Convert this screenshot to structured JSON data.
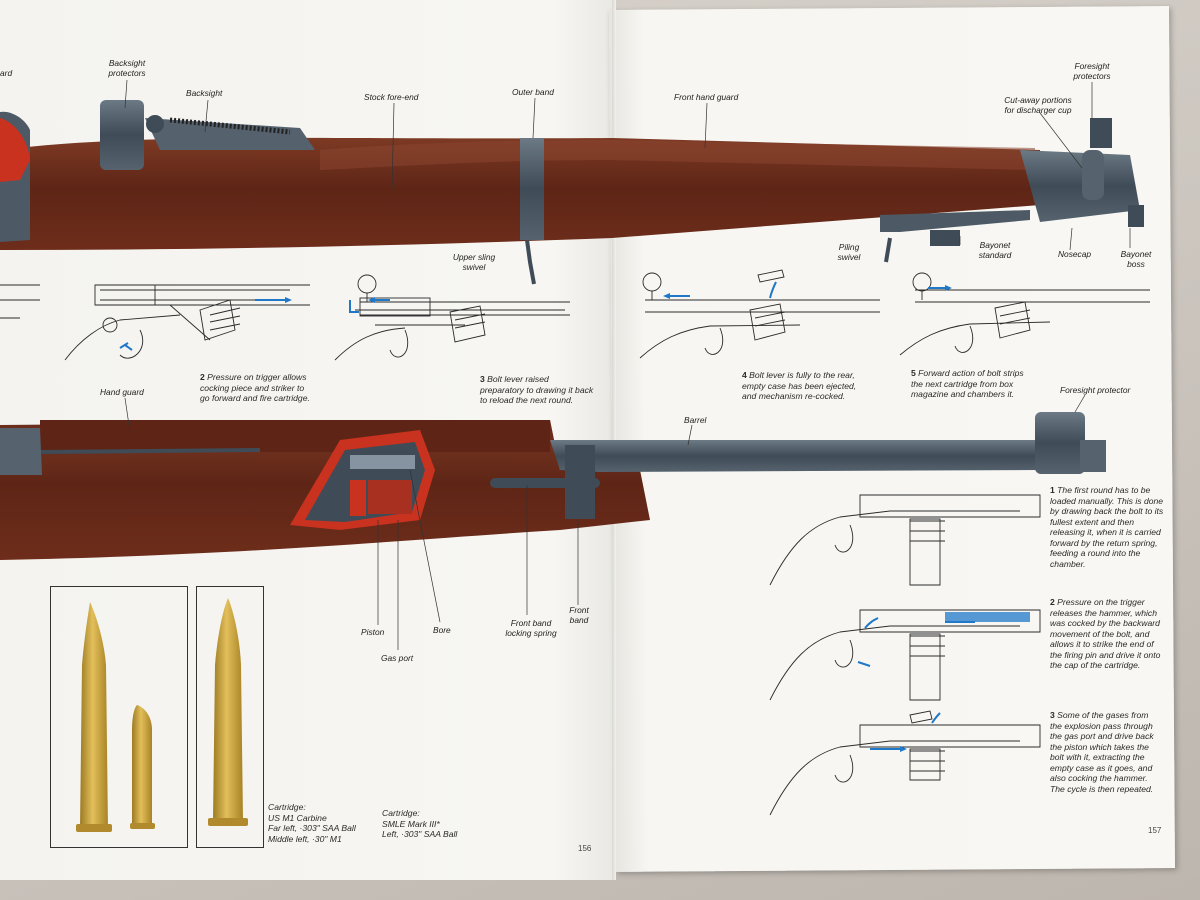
{
  "pages": {
    "left_number": "156",
    "right_number": "157"
  },
  "top_rifle": {
    "label_fragment": "ard",
    "labels": {
      "backsight_protectors": "Backsight\nprotectors",
      "backsight": "Backsight",
      "stock_fore_end": "Stock fore-end",
      "outer_band": "Outer band",
      "front_hand_guard": "Front hand guard",
      "foresight_protectors": "Foresight\nprotectors",
      "cut_away": "Cut-away portions\nfor discharger cup",
      "upper_sling_swivel": "Upper sling\nswivel",
      "piling_swivel": "Piling\nswivel",
      "bayonet_standard": "Bayonet\nstandard",
      "nosecap": "Nosecap",
      "bayonet_boss": "Bayonet\nboss"
    }
  },
  "bolt_sequence": [
    {
      "num": "2",
      "text": "Pressure on trigger allows\ncocking piece and striker to\ngo forward and fire cartridge."
    },
    {
      "num": "3",
      "text": "Bolt lever raised\npreparatory to drawing it back\nto reload the next round."
    },
    {
      "num": "4",
      "text": "Bolt lever is fully to the rear,\nempty case has been ejected,\nand mechanism re-cocked."
    },
    {
      "num": "5",
      "text": "Forward action of bolt strips\nthe next cartridge from box\nmagazine and chambers it."
    }
  ],
  "carbine": {
    "labels": {
      "hand_guard": "Hand guard",
      "barrel": "Barrel",
      "foresight_protector": "Foresight protector",
      "piston": "Piston",
      "gas_port": "Gas port",
      "bore": "Bore",
      "front_band_locking_spring": "Front band\nlocking spring",
      "front_band": "Front\nband"
    }
  },
  "cartridges": {
    "caption_left": "Cartridge:\nUS M1 Carbine\nFar left, ·303\" SAA Ball\nMiddle left, ·30\" M1",
    "caption_right": "Cartridge:\nSMLE Mark III*\nLeft, ·303\" SAA Ball"
  },
  "gas_sequence": [
    {
      "num": "1",
      "text": "The first round has to be\nloaded manually. This is done\nby drawing back the bolt to its\nfullest extent and then\nreleasing it, when it is carried\nforward by the return spring,\nfeeding a round into the\nchamber."
    },
    {
      "num": "2",
      "text": "Pressure on the trigger\nreleases the hammer, which\nwas cocked by the backward\nmovement of the bolt, and\nallows it to strike the end of\nthe firing pin and drive it onto\nthe cap of the cartridge."
    },
    {
      "num": "3",
      "text": "Some of the gases from\nthe explosion pass through\nthe gas port and drive back\nthe piston which takes the\nbolt with it, extracting the\nempty case as it goes, and\nalso cocking the hammer.\nThe cycle is then repeated."
    }
  ],
  "colors": {
    "wood": "#6b2e1d",
    "wood_light": "#8a4630",
    "metal": "#4d5a66",
    "cutaway_red": "#c8321f",
    "arrow_blue": "#1f78c8",
    "brass": "#c9a23b"
  }
}
